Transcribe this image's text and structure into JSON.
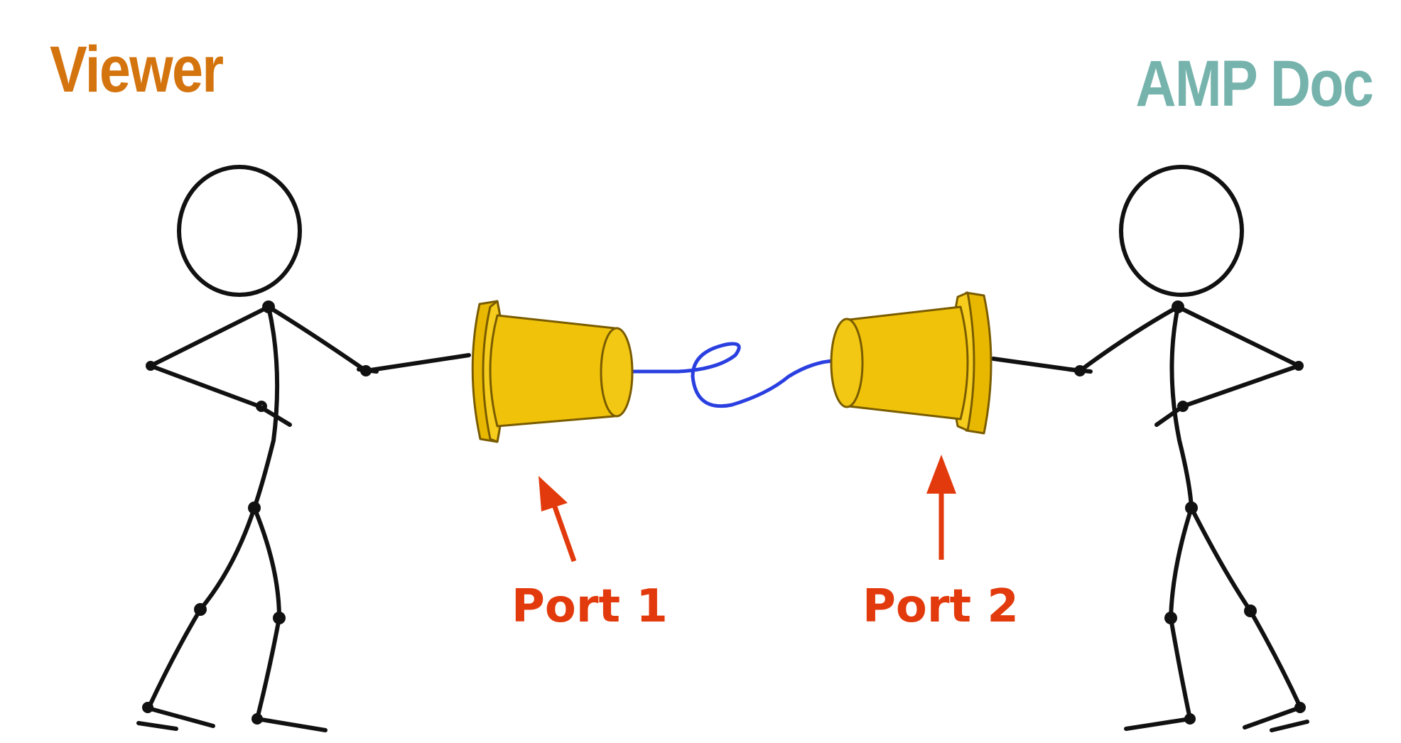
{
  "titles": {
    "viewer": "Viewer",
    "amp_doc": "AMP Doc"
  },
  "ports": {
    "port1": "Port 1",
    "port2": "Port 2"
  },
  "colors": {
    "viewer": "#d4740f",
    "amp_doc": "#76b3ad",
    "port": "#e23a0c",
    "cup": "#f0c30a",
    "cup_outline": "#7a5c00",
    "string": "#2a3fe0",
    "stick": "#111111"
  }
}
